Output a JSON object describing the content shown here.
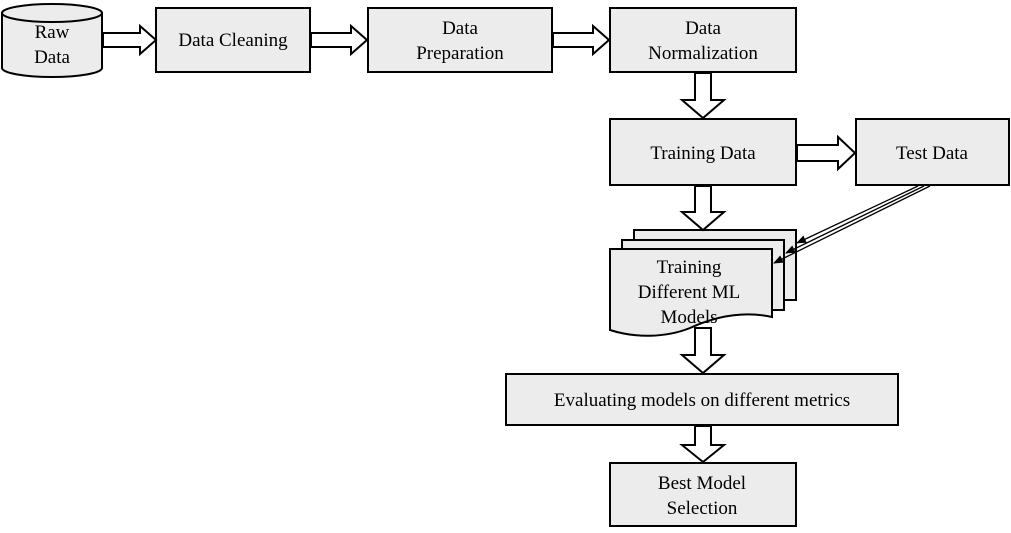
{
  "nodes": {
    "raw_data": [
      "Raw",
      "Data"
    ],
    "data_cleaning": [
      "Data Cleaning"
    ],
    "data_preparation": [
      "Data",
      "Preparation"
    ],
    "data_normalization": [
      "Data",
      "Normalization"
    ],
    "training_data": [
      "Training Data"
    ],
    "test_data": [
      "Test Data"
    ],
    "training_models": [
      "Training",
      "Different ML",
      "Models"
    ],
    "evaluating": [
      "Evaluating models on different metrics"
    ],
    "best_model": [
      "Best Model",
      "Selection"
    ]
  },
  "colors": {
    "box_fill": "#ececec",
    "stroke": "#000000",
    "arrow_fill": "#ffffff"
  }
}
